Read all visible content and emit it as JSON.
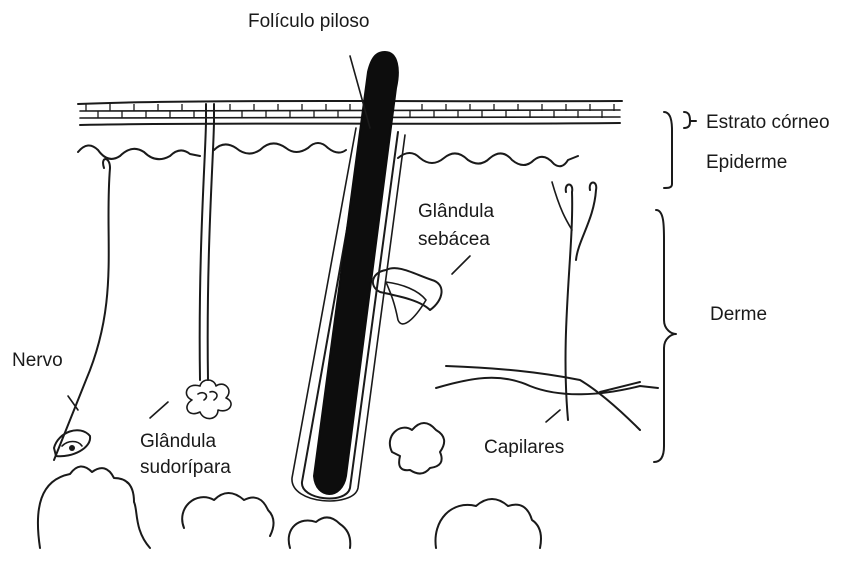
{
  "labels": {
    "hair_follicle": "Folículo piloso",
    "stratum_corneum": "Estrato córneo",
    "epidermis": "Epiderme",
    "sebaceous_gland_line1": "Glândula",
    "sebaceous_gland_line2": "sebácea",
    "dermis": "Derme",
    "nerve": "Nervo",
    "sweat_gland_line1": "Glândula",
    "sweat_gland_line2": "sudorípara",
    "capillaries": "Capilares"
  },
  "colors": {
    "ink": "#1a1a1a",
    "background": "#ffffff"
  }
}
